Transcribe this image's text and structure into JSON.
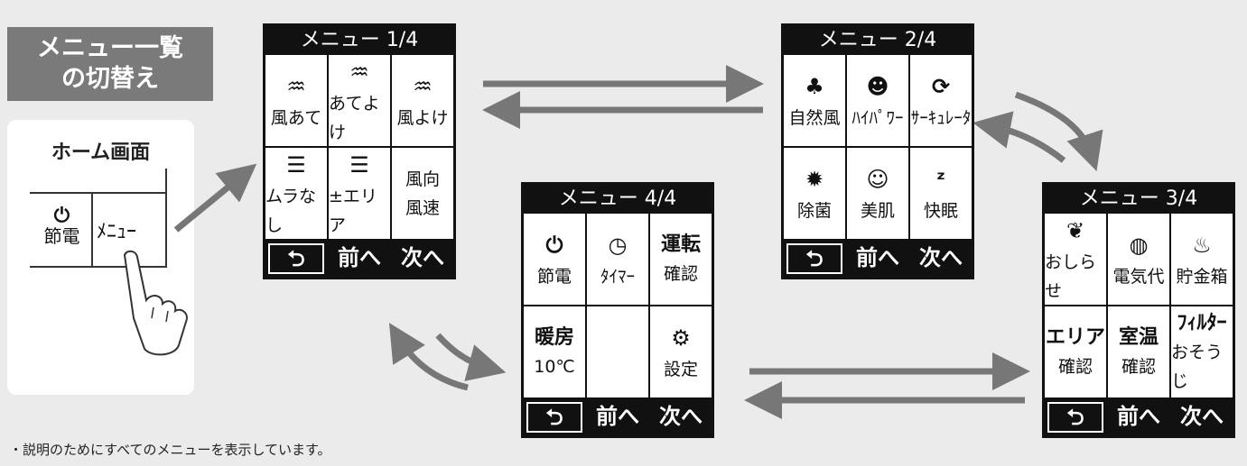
{
  "title_lines": [
    "メニュー一覧",
    "の切替え"
  ],
  "home": {
    "title": "ホーム画面",
    "setsuden_icon": "power-save-icon",
    "setsuden_label": "節電",
    "menu_label": "ﾒﾆｭｰ"
  },
  "panels": {
    "p1": {
      "header": "メニュー 1/4",
      "cells": [
        {
          "icon": "♒",
          "label": "風あて"
        },
        {
          "icon": "♒",
          "label": "あてよけ"
        },
        {
          "icon": "♒",
          "label": "風よけ"
        },
        {
          "icon": "☰",
          "label": "ムラなし"
        },
        {
          "icon": "☰",
          "label": "±エリア"
        },
        {
          "line1": "風向",
          "line2": "風速"
        }
      ],
      "footer": [
        "⮌",
        "前へ",
        "次へ"
      ]
    },
    "p2": {
      "header": "メニュー 2/4",
      "cells": [
        {
          "icon": "♣",
          "label": "自然風"
        },
        {
          "icon": "☻",
          "label": "ﾊｲﾊﾟﾜｰ"
        },
        {
          "icon": "⟳",
          "label": "ｻｰｷｭﾚｰﾀ"
        },
        {
          "icon": "✹",
          "label": "除菌"
        },
        {
          "icon": "☺",
          "label": "美肌"
        },
        {
          "icon": "ᶻ",
          "label": "快眠"
        }
      ],
      "footer": [
        "⮌",
        "前へ",
        "次へ"
      ]
    },
    "p3": {
      "header": "メニュー 3/4",
      "cells": [
        {
          "icon": "❦",
          "label": "おしらせ"
        },
        {
          "icon": "◍",
          "label": "電気代"
        },
        {
          "icon": "♨",
          "label": "貯金箱"
        },
        {
          "line1": "エリア",
          "line2": "確認"
        },
        {
          "line1": "室温",
          "line2": "確認"
        },
        {
          "line1": "ﾌｨﾙﾀｰ",
          "line2": "おそうじ"
        }
      ],
      "footer": [
        "⮌",
        "前へ",
        "次へ"
      ]
    },
    "p4": {
      "header": "メニュー 4/4",
      "cells": [
        {
          "icon": "⏻",
          "label": "節電"
        },
        {
          "icon": "◷",
          "label": "ﾀｲﾏｰ"
        },
        {
          "line1": "運転",
          "line2": "確認"
        },
        {
          "line1": "暖房",
          "line2": "10℃"
        },
        {
          "line1": "",
          "line2": ""
        },
        {
          "icon": "⚙",
          "label": "設定"
        }
      ],
      "footer": [
        "⮌",
        "前へ",
        "次へ"
      ]
    }
  },
  "note": "・説明のためにすべてのメニューを表示しています。",
  "colors": {
    "arrow": "#777777",
    "panel": "#111111",
    "title_bg": "#7a7a7a"
  }
}
